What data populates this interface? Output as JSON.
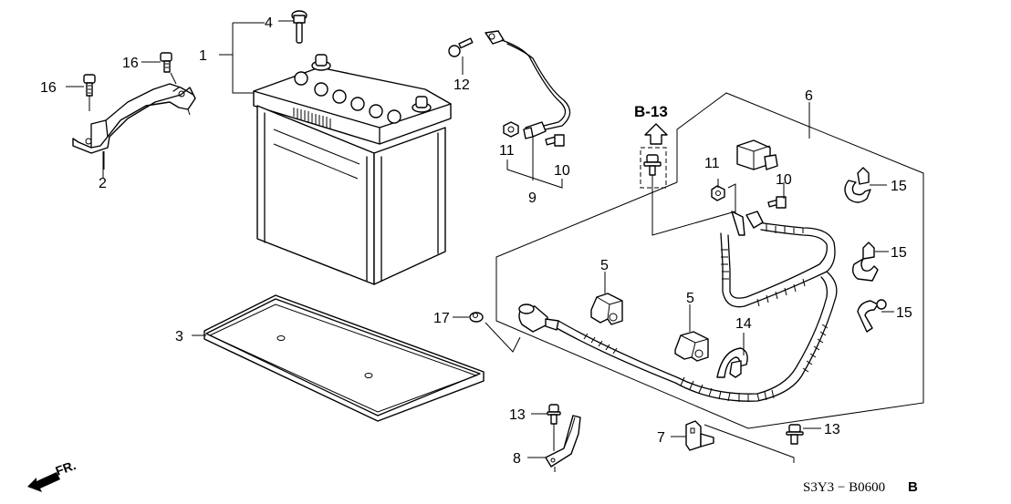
{
  "diagram": {
    "title_code": "S3Y3 − B0600",
    "title_suffix": "B",
    "reference": "B-13",
    "direction_label": "FR.",
    "callouts": {
      "c1": "1",
      "c2": "2",
      "c3": "3",
      "c4": "4",
      "c5a": "5",
      "c5b": "5",
      "c6": "6",
      "c7": "7",
      "c8": "8",
      "c9": "9",
      "c10a": "10",
      "c10b": "10",
      "c11a": "11",
      "c11b": "11",
      "c12": "12",
      "c13a": "13",
      "c13b": "13",
      "c14": "14",
      "c15a": "15",
      "c15b": "15",
      "c15c": "15",
      "c16a": "16",
      "c16b": "16",
      "c17": "17"
    },
    "parts": [
      {
        "id": "1",
        "name": "battery"
      },
      {
        "id": "2",
        "name": "battery hold-down bracket"
      },
      {
        "id": "3",
        "name": "battery tray"
      },
      {
        "id": "4",
        "name": "battery vent plug"
      },
      {
        "id": "5",
        "name": "cable clamp"
      },
      {
        "id": "6",
        "name": "battery cable harness"
      },
      {
        "id": "7",
        "name": "bracket"
      },
      {
        "id": "8",
        "name": "bracket"
      },
      {
        "id": "9",
        "name": "ground cable"
      },
      {
        "id": "10",
        "name": "bolt"
      },
      {
        "id": "11",
        "name": "nut"
      },
      {
        "id": "12",
        "name": "bolt"
      },
      {
        "id": "13",
        "name": "flange bolt"
      },
      {
        "id": "14",
        "name": "clip"
      },
      {
        "id": "15",
        "name": "harness clip"
      },
      {
        "id": "16",
        "name": "flange bolt"
      },
      {
        "id": "17",
        "name": "nut"
      }
    ]
  }
}
